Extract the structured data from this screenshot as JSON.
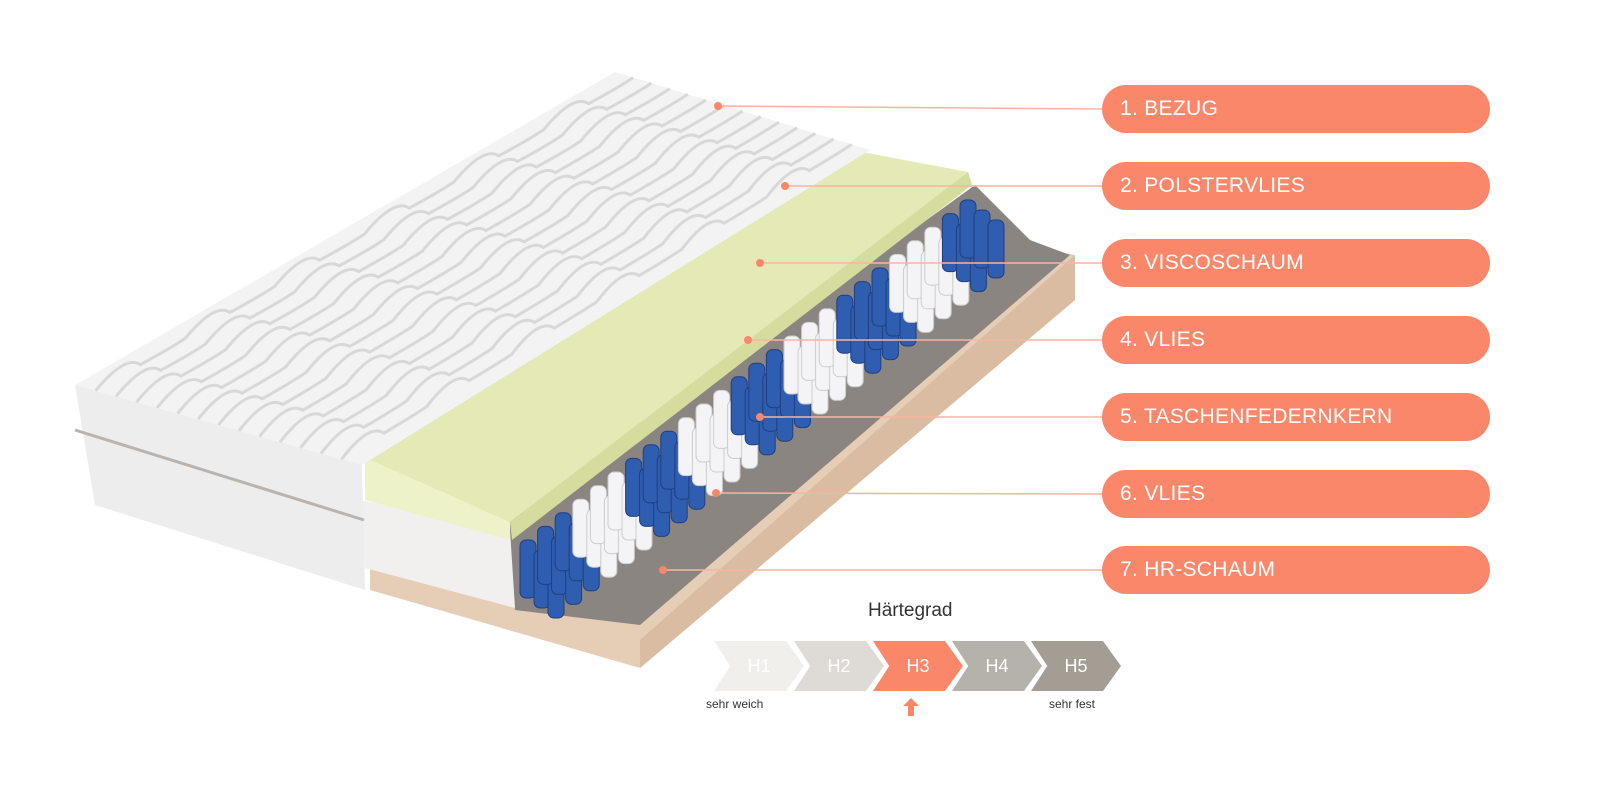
{
  "layers": [
    {
      "label": "1. BEZUG"
    },
    {
      "label": "2. POLSTERVLIES"
    },
    {
      "label": "3. VISCOSCHAUM"
    },
    {
      "label": "4. VLIES"
    },
    {
      "label": "5. TASCHENFEDERNKERN"
    },
    {
      "label": "6. VLIES"
    },
    {
      "label": "7. HR-SCHAUM"
    }
  ],
  "hardness": {
    "title": "Härtegrad",
    "levels": [
      {
        "label": "H1",
        "color": "#F1EFEC"
      },
      {
        "label": "H2",
        "color": "#DEDAD5"
      },
      {
        "label": "H3",
        "color": "#FB876B"
      },
      {
        "label": "H4",
        "color": "#B5B1AB"
      },
      {
        "label": "H5",
        "color": "#A39D94"
      }
    ],
    "selected": "H3",
    "min_label": "sehr weich",
    "max_label": "sehr fest"
  },
  "colors": {
    "accent": "#FB876B"
  }
}
